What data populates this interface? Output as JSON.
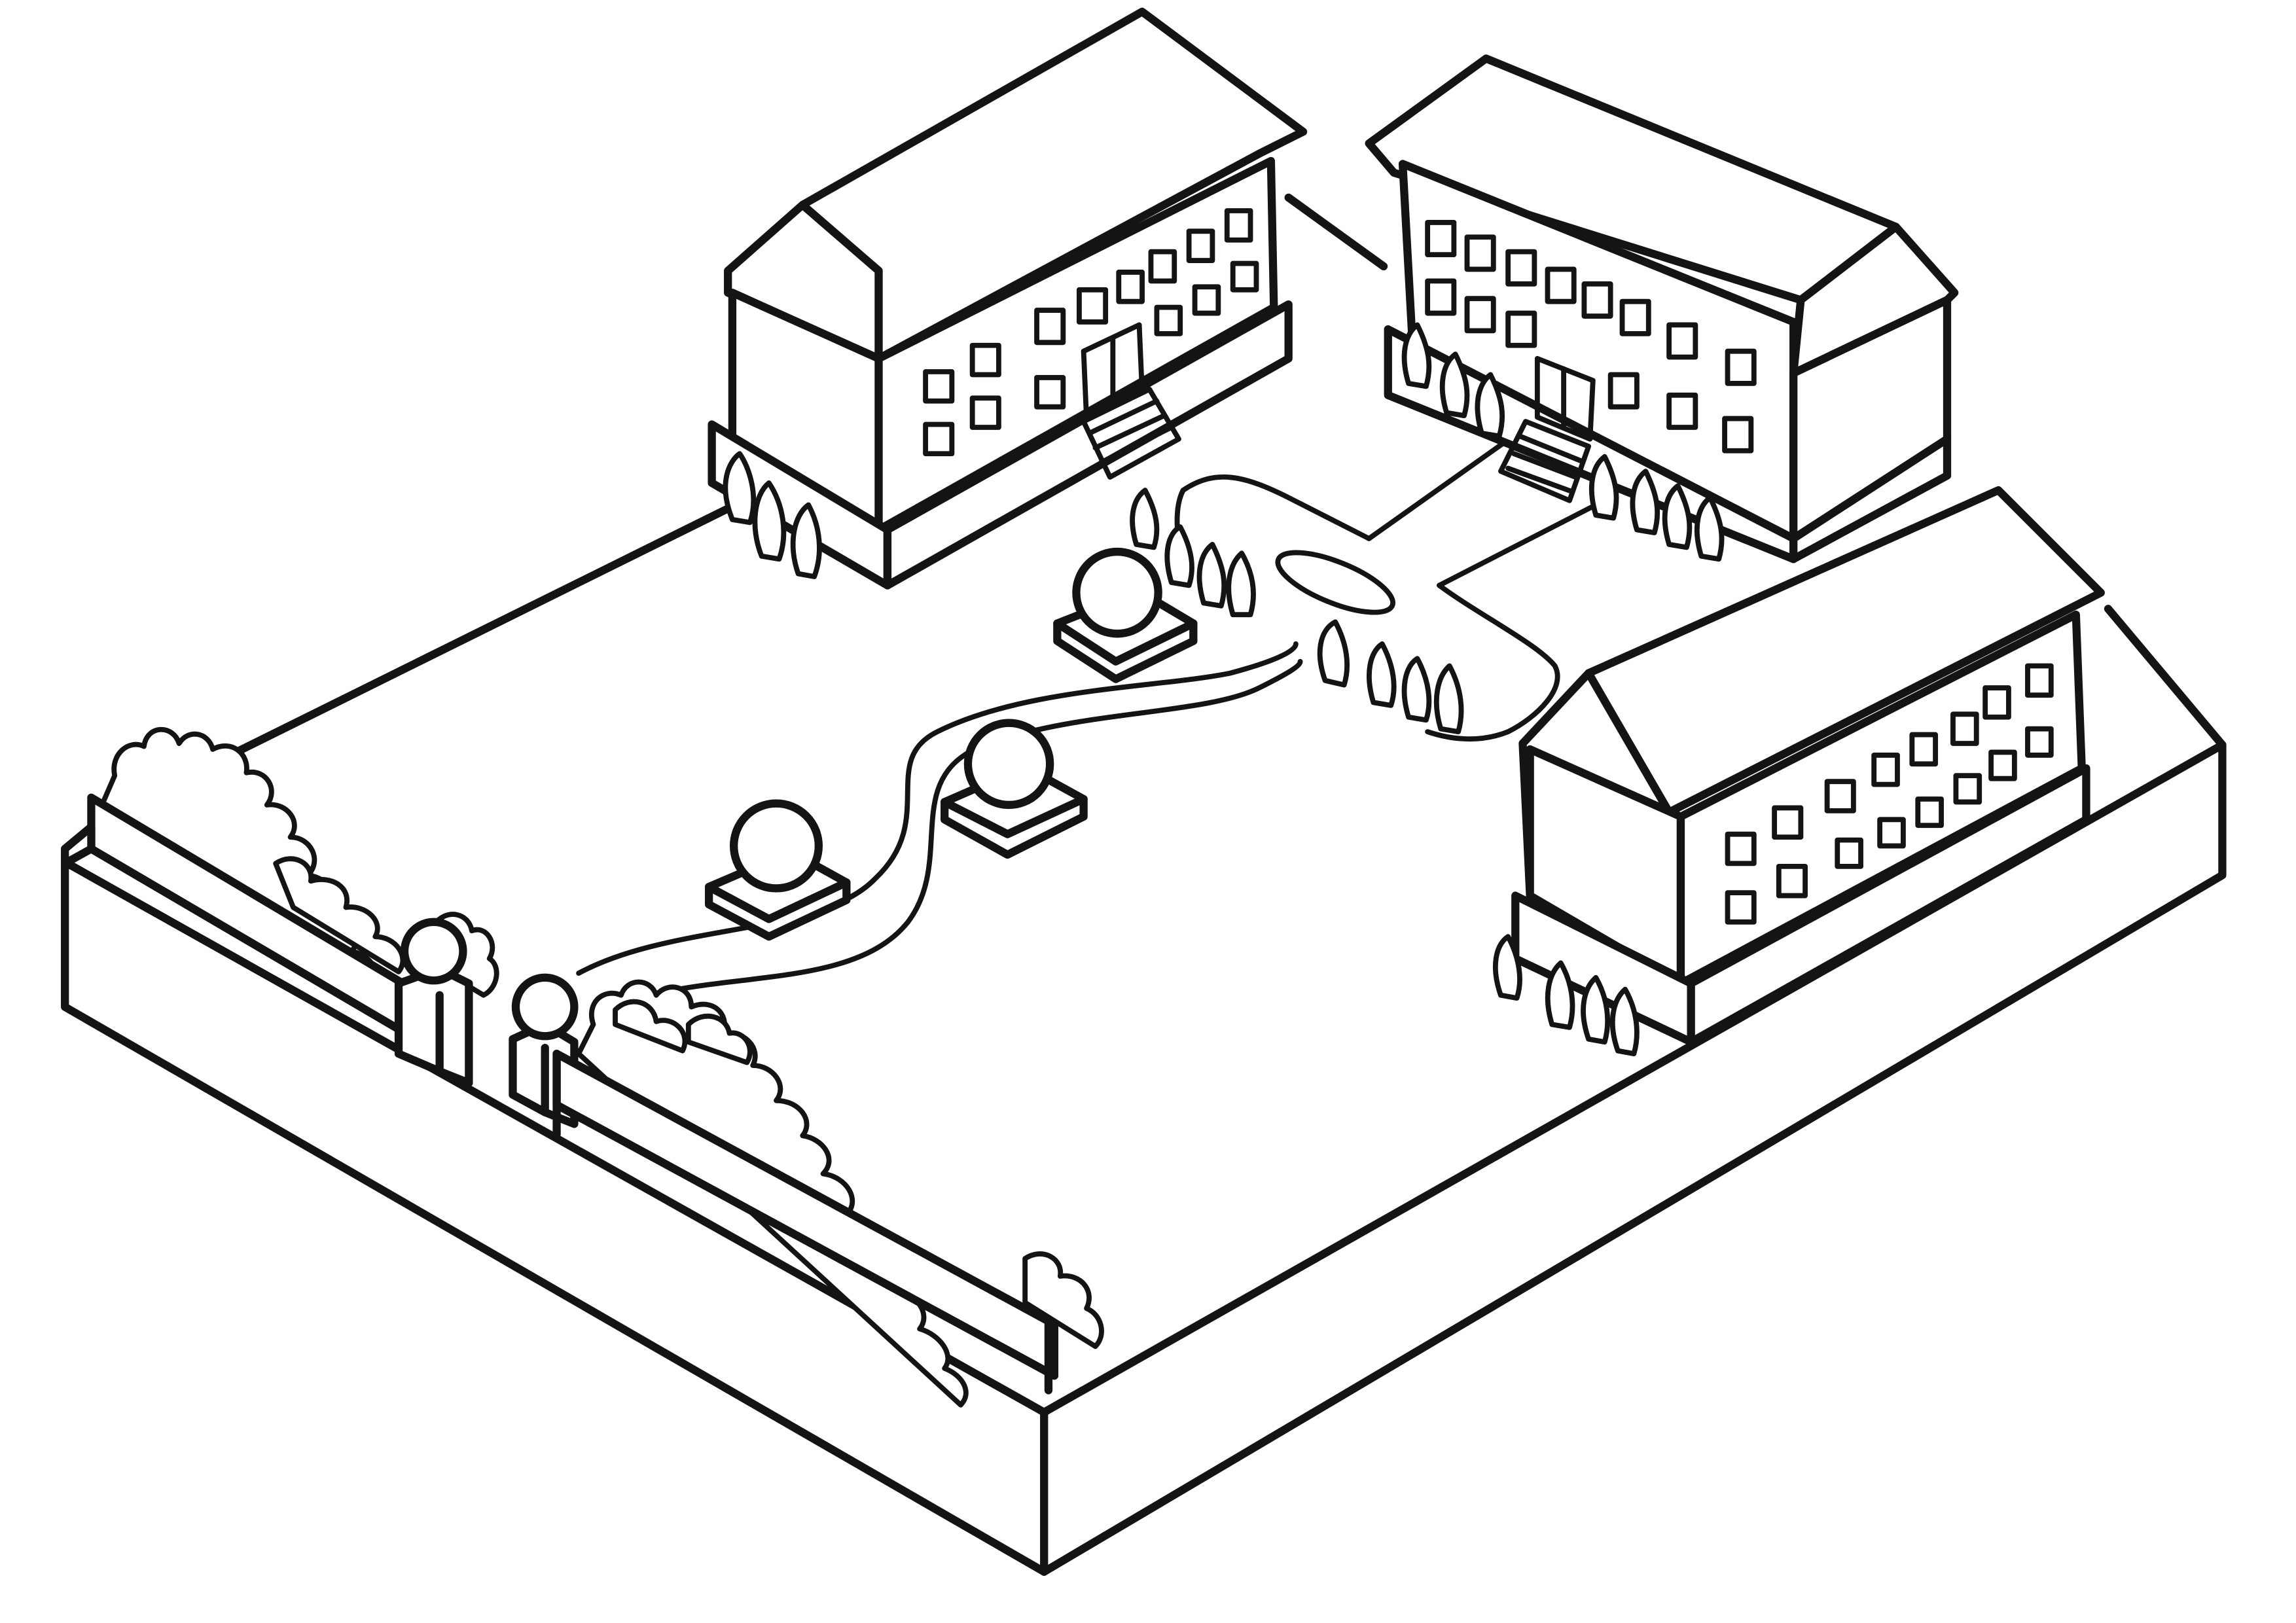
{
  "scene": {
    "colors": {
      "ink": "#141414",
      "paper": "#ffffff"
    },
    "buildings": [
      {
        "id": "top-left"
      },
      {
        "id": "top-right"
      },
      {
        "id": "right"
      }
    ],
    "sphere_sculptures": 3,
    "gate_posts": 2,
    "hedge_walls": 2
  }
}
